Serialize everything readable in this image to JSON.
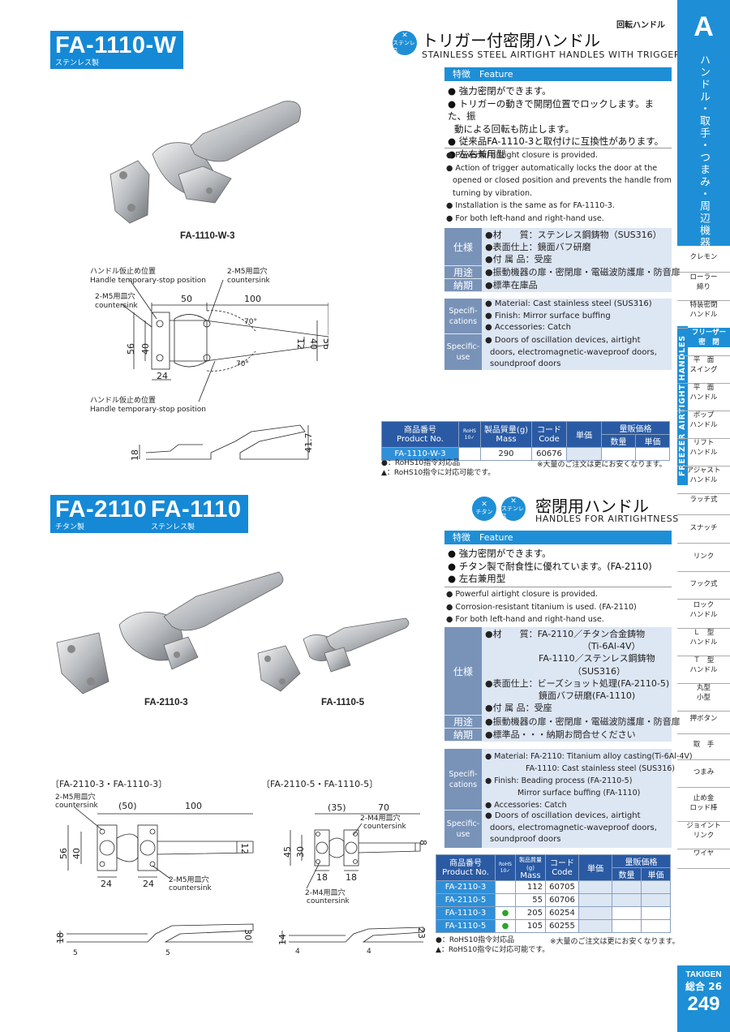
{
  "header": {
    "category": "回転ハンドル"
  },
  "section1": {
    "model": "FA-1110-W",
    "material": "ステンレス製",
    "badge": "ステンレス",
    "title_jp": "トリガー付密閉ハンドル",
    "title_en": "STAINLESS STEEL AIRTIGHT HANDLES WITH TRIGGER",
    "feature_label": "特徴　Feature",
    "features_jp": [
      "● 強力密閉ができます。",
      "● トリガーの動きで開閉位置でロックします。また、振",
      "動による回転も防止します。",
      "● 従来品FA-1110-3と取付けに互換性があります。",
      "● 左右兼用型"
    ],
    "features_en": [
      "● Powerful airtight closure is provided.",
      "● Action of trigger automatically locks the door at the",
      "opened or closed position and prevents the handle from",
      "turning by vibration.",
      "● Installation is the same as for FA-1110-3.",
      "● For both left-hand and right-hand use."
    ],
    "spec_jp_label": "仕様",
    "spec_jp": [
      "●材　　質：ステンレス鋼鋳物（SUS316）",
      "●表面仕上：鏡面バフ研磨",
      "●付 属 品：受座"
    ],
    "use_jp_label": "用途",
    "use_jp": "●振動機器の扉・密閉扉・電磁波防護扉・防音扉",
    "delivery_jp_label": "納期",
    "delivery_jp": "●標準在庫品",
    "spec_en_label": [
      "Specifi-",
      "cations"
    ],
    "spec_en": [
      "● Material: Cast stainless steel (SUS316)",
      "● Finish: Mirror surface buffing",
      "● Accessories: Catch"
    ],
    "use_en_label": [
      "Specific-",
      "use"
    ],
    "use_en": [
      "● Doors of oscillation devices, airtight",
      "doors, electromagnetic-waveproof doors,",
      "soundproof doors"
    ],
    "photo_label": "FA-1110-W-3",
    "drawing": {
      "stop_jp": "ハンドル仮止め位置",
      "stop_en": "Handle temporary-stop position",
      "m5_jp": "2-M5用皿穴",
      "m5_en": "countersink",
      "d50": "50",
      "d100": "100",
      "d56": "56",
      "d40": "40",
      "d12": "12",
      "d24": "24",
      "d70a": "70°",
      "d70b": "70°",
      "d18": "18",
      "d41": "41.7"
    },
    "table": {
      "h_product_jp": "商品番号",
      "h_product_en": "Product No.",
      "h_rohs": "RoHS",
      "h_rohs2": "10✓",
      "h_mass_jp": "製品質量(g)",
      "h_mass_en": "Mass",
      "h_code_jp": "コード",
      "h_code_en": "Code",
      "h_price": "単価",
      "h_volume": "量販価格",
      "h_qty": "数量",
      "h_unit": "単価",
      "rows": [
        {
          "product": "FA-1110-W-3",
          "rohs": "",
          "mass": "290",
          "code": "60676"
        }
      ]
    },
    "notes": [
      "●：RoHS10指令対応品",
      "▲：RoHS10指令に対応可能です。"
    ],
    "note_right": "※大量のご注文は更にお安くなります。"
  },
  "section2": {
    "model_a": "FA-2110",
    "material_a": "チタン製",
    "model_b": "FA-1110",
    "material_b": "ステンレス製",
    "badge_a": "チタン",
    "badge_b": "ステンレス",
    "title_jp": "密閉用ハンドル",
    "title_en": "HANDLES FOR AIRTIGHTNESS",
    "feature_label": "特徴　Feature",
    "features_jp": [
      "● 強力密閉ができます。",
      "● チタン製で耐食性に優れています。(FA-2110)",
      "● 左右兼用型"
    ],
    "features_en": [
      "● Powerful airtight closure is provided.",
      "● Corrosion-resistant titanium is used. (FA-2110)",
      "● For both left-hand and right-hand use."
    ],
    "spec_jp_label": "仕様",
    "spec_jp": [
      "●材　　質：FA-2110／チタン合金鋳物",
      "（Ti-6Al-4V）",
      "FA-1110／ステンレス鋼鋳物",
      "（SUS316）",
      "●表面仕上：ビーズショット処理(FA-2110-5)",
      "鏡面バフ研磨(FA-1110)",
      "●付 属 品：受座"
    ],
    "use_jp_label": "用途",
    "use_jp": "●振動機器の扉・密閉扉・電磁波防護扉・防音扉",
    "delivery_jp_label": "納期",
    "delivery_jp": "●標準品・・・納期お問合せください",
    "spec_en_label": [
      "Specifi-",
      "cations"
    ],
    "spec_en": [
      "● Material: FA-2110: Titanium alloy casting(Ti-6Al-4V)",
      "FA-1110: Cast stainless steel (SUS316)",
      "● Finish: Beading process (FA-2110-5)",
      "Mirror surface buffing (FA-1110)",
      "● Accessories: Catch"
    ],
    "use_en_label": [
      "Specific-",
      "use"
    ],
    "use_en": [
      "● Doors of oscillation devices, airtight",
      "doors, electromagnetic-waveproof doors,",
      "soundproof doors"
    ],
    "photo_label_a": "FA-2110-3",
    "photo_label_b": "FA-1110-5",
    "drawing_a": {
      "caption": "〔FA-2110-3・FA-1110-3〕",
      "m5_jp": "2-M5用皿穴",
      "m5_en": "countersink",
      "m5b_jp": "2-M5用皿穴",
      "m5b_en": "countersink",
      "d50": "(50)",
      "d100": "100",
      "d56": "56",
      "d40": "40",
      "d12": "12",
      "d24a": "24",
      "d24b": "24",
      "d18": "18",
      "d5a": "5",
      "d5b": "5",
      "d30": "30"
    },
    "drawing_b": {
      "caption": "〔FA-2110-5・FA-1110-5〕",
      "m4_jp": "2-M4用皿穴",
      "m4_en": "countersink",
      "m4b_jp": "2-M4用皿穴",
      "m4b_en": "countersink",
      "d35": "(35)",
      "d70": "70",
      "d45": "45",
      "d30": "30",
      "d8": "8",
      "d18a": "18",
      "d18b": "18",
      "d14": "14",
      "d4a": "4",
      "d4b": "4",
      "d23": "23"
    },
    "table": {
      "h_product_jp": "商品番号",
      "h_product_en": "Product No.",
      "h_rohs": "RoHS",
      "h_rohs2": "10✓",
      "h_mass_jp": "製品質量(g)",
      "h_mass_en": "Mass",
      "h_code_jp": "コード",
      "h_code_en": "Code",
      "h_price": "単価",
      "h_volume": "量販価格",
      "h_qty": "数量",
      "h_unit": "単価",
      "rows": [
        {
          "product": "FA-2110-3",
          "rohs": "",
          "mass": "112",
          "code": "60705"
        },
        {
          "product": "FA-2110-5",
          "rohs": "",
          "mass": "55",
          "code": "60706"
        },
        {
          "product": "FA-1110-3",
          "rohs": "●",
          "mass": "205",
          "code": "60254"
        },
        {
          "product": "FA-1110-5",
          "rohs": "●",
          "mass": "105",
          "code": "60255"
        }
      ]
    },
    "notes": [
      "●：RoHS10指令対応品",
      "▲：RoHS10指令に対応可能です。"
    ],
    "note_right": "※大量のご注文は更にお安くなります。"
  },
  "sidebar": {
    "letter": "A",
    "vertical_jp": "ハンドル・取手・つまみ・周辺機器",
    "vertical_en": "FREEZER AIRTIGHT HANDLES",
    "items": [
      [
        "クレモン"
      ],
      [
        "ローラー",
        "締り"
      ],
      [
        "特装密閉",
        "ハンドル"
      ],
      [
        "フリーザー",
        "密　閉"
      ],
      [
        "平　面",
        "スイング"
      ],
      [
        "平　面",
        "ハンドル"
      ],
      [
        "ポップ",
        "ハンドル"
      ],
      [
        "リフト",
        "ハンドル"
      ],
      [
        "アジャスト",
        "ハンドル"
      ],
      [
        "ラッチ式"
      ],
      [
        "スナッチ"
      ],
      [
        "リンク"
      ],
      [
        "フック式"
      ],
      [
        "ロック",
        "ハンドル"
      ],
      [
        "Ｌ　型",
        "ハンドル"
      ],
      [
        "Ｔ　型",
        "ハンドル"
      ],
      [
        "丸型",
        "小型"
      ],
      [
        "押ボタン"
      ],
      [
        "取　手"
      ],
      [
        "つまみ"
      ],
      [
        "止め金",
        "ロッド棒"
      ],
      [
        "ジョイント",
        "リンク"
      ],
      [
        "ワイヤ"
      ]
    ]
  },
  "footer": {
    "brand": "TAKIGEN",
    "volume": "総合 26",
    "page": "249"
  },
  "colors": {
    "accent": "#1e8fd6",
    "dark_blue": "#2a5aa3",
    "spec_bg": "#dde6f3",
    "spec_label": "#7993b8"
  }
}
